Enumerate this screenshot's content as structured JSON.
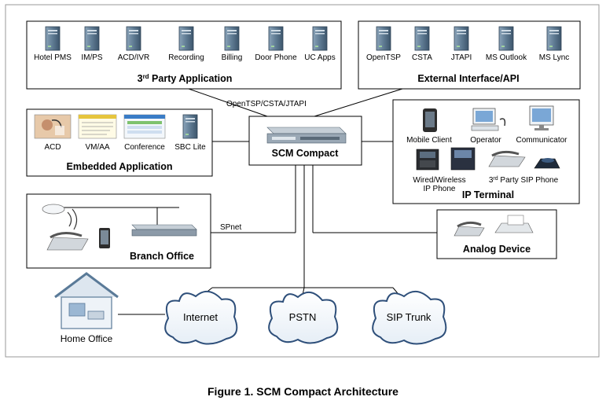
{
  "third_party": {
    "title_prefix": "3",
    "title_sup": "rd",
    "title_rest": " Party Application",
    "items": [
      "Hotel PMS",
      "IM/PS",
      "ACD/IVR",
      "Recording",
      "Billing",
      "Door Phone",
      "UC Apps"
    ]
  },
  "external": {
    "title": "External Interface/API",
    "items": [
      "OpenTSP",
      "CSTA",
      "JTAPI",
      "MS Outlook",
      "MS Lync"
    ]
  },
  "link_label": "OpenTSP/CSTA/JTAPI",
  "embedded": {
    "title": "Embedded Application",
    "items": [
      "ACD",
      "VM/AA",
      "Conference",
      "SBC Lite"
    ]
  },
  "scm": {
    "title": "SCM Compact"
  },
  "ip_terminal": {
    "title": "IP Terminal",
    "mobile": "Mobile Client",
    "operator": "Operator",
    "communicator": "Communicator",
    "wired_line1": "Wired/Wireless",
    "wired_line2": "IP Phone",
    "sip_prefix": "3",
    "sip_sup": "rd",
    "sip_rest": " Party SIP Phone"
  },
  "branch": {
    "title": "Branch Office",
    "link": "SPnet"
  },
  "analog": {
    "title": "Analog Device"
  },
  "home": {
    "title": "Home Office"
  },
  "clouds": [
    "Internet",
    "PSTN",
    "SIP Trunk"
  ],
  "caption": "Figure 1. SCM Compact Architecture"
}
